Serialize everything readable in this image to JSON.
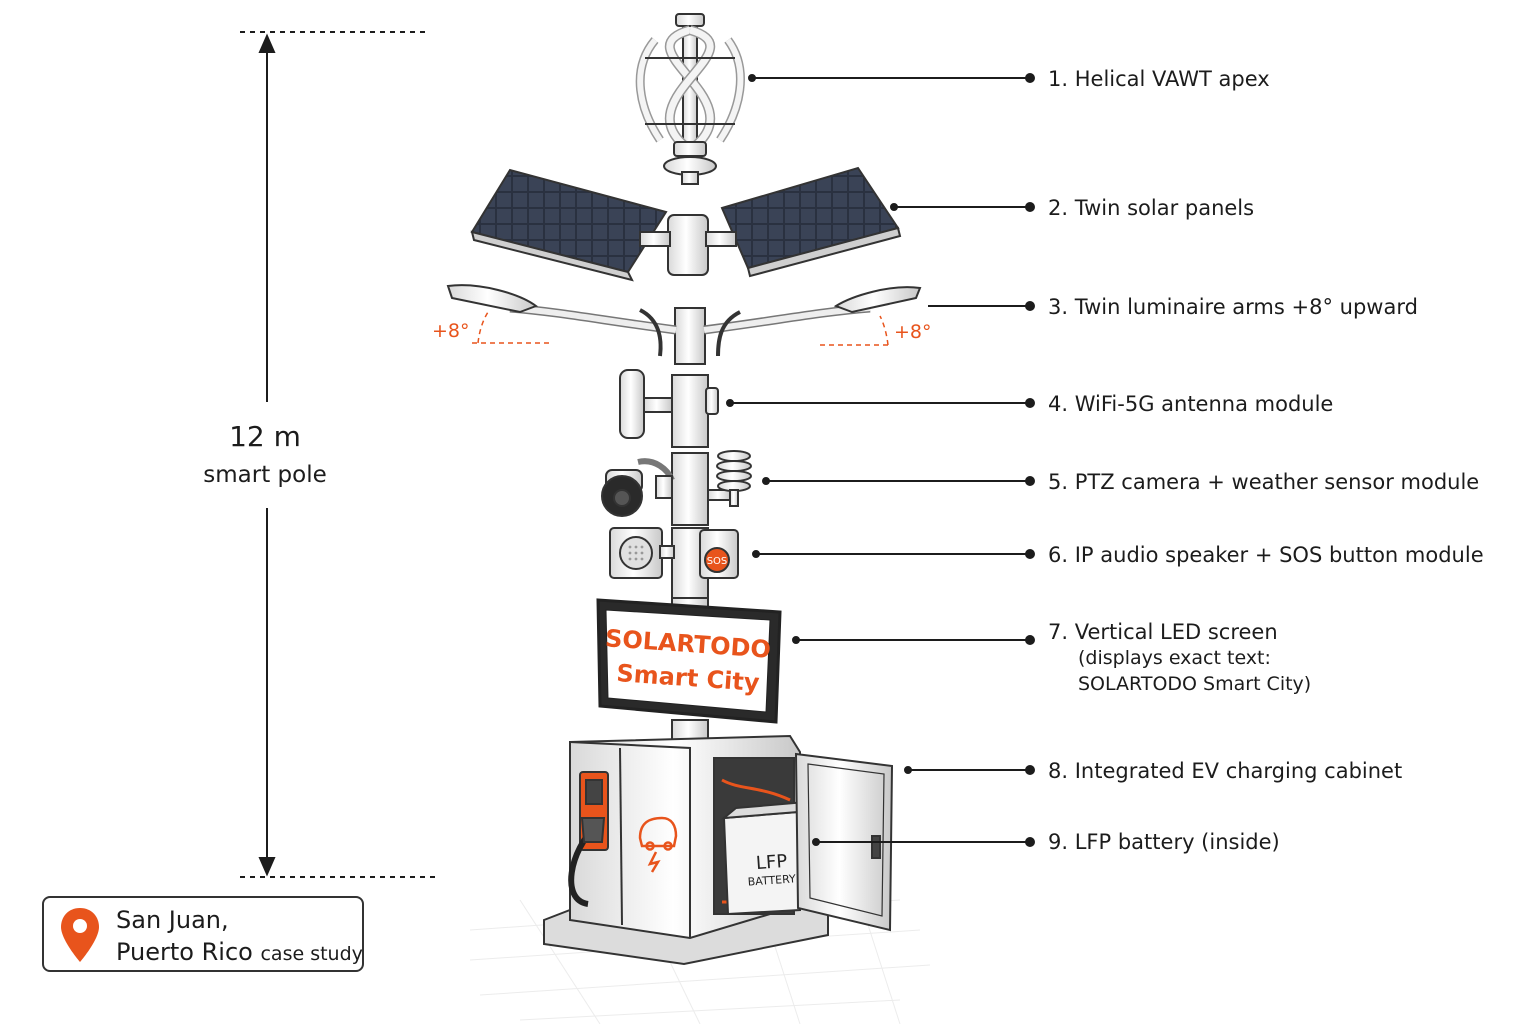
{
  "dimension": {
    "value": "12 m",
    "label": "smart pole"
  },
  "callouts": [
    {
      "num": "1.",
      "text": "Helical VAWT apex"
    },
    {
      "num": "2.",
      "text": "Twin solar panels"
    },
    {
      "num": "3.",
      "text": "Twin luminaire arms +8° upward"
    },
    {
      "num": "4.",
      "text": "WiFi-5G antenna module"
    },
    {
      "num": "5.",
      "text": "PTZ camera + weather sensor module"
    },
    {
      "num": "6.",
      "text": "IP audio speaker + SOS button module"
    },
    {
      "num": "7.",
      "text": "Vertical LED screen",
      "sub": [
        "(displays exact text:",
        "SOLARTODO Smart City)"
      ]
    },
    {
      "num": "8.",
      "text": "Integrated EV charging cabinet"
    },
    {
      "num": "9.",
      "text": "LFP battery (inside)"
    }
  ],
  "screen": {
    "line1": "SOLARTODO",
    "line2": "Smart City"
  },
  "angles": {
    "left": "+8°",
    "right": "+8°"
  },
  "sos_label": "SOS",
  "battery": {
    "line1": "LFP",
    "line2": "BATTERY"
  },
  "location": {
    "line1": "San Juan,",
    "line2": "Puerto Rico",
    "suffix": "case study",
    "icon": "map-pin-icon"
  },
  "colors": {
    "accent": "#e8541c",
    "line": "#1c1c1c",
    "panel": "#2a3140"
  }
}
